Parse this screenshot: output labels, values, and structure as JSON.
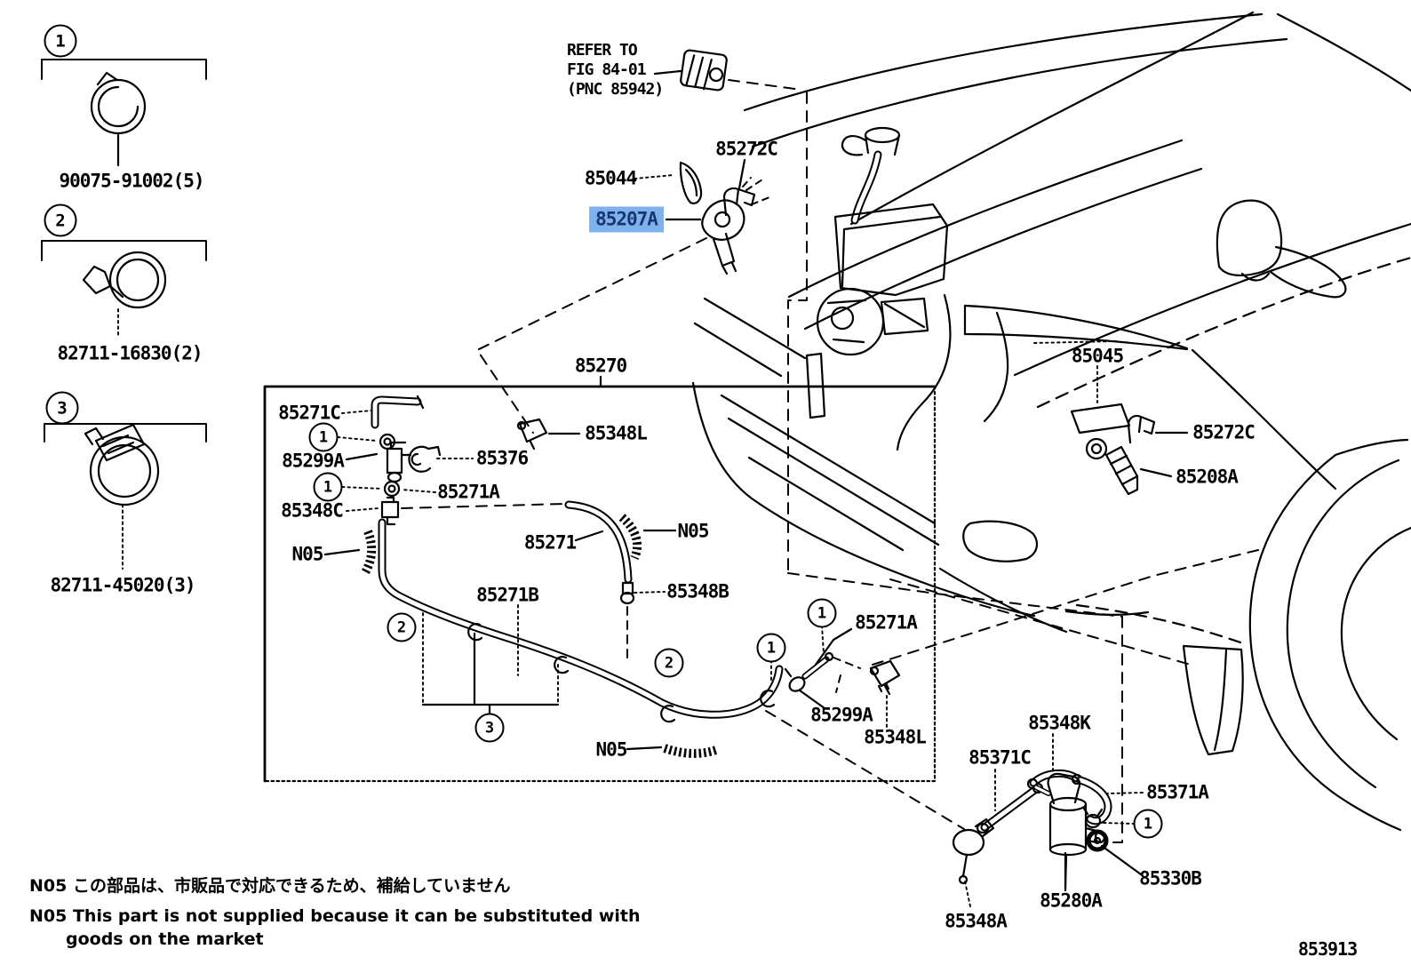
{
  "page": {
    "background": "#ffffff",
    "ink": "#000000",
    "doc_number": "853913"
  },
  "highlight": {
    "background": "#7fb1ec",
    "color": "#16376e",
    "part": "85207A"
  },
  "refer_note": {
    "line1": "REFER TO",
    "line2": "FIG 84-01",
    "line3": "(PNC 85942)"
  },
  "legend": {
    "items": [
      {
        "index": "1",
        "part_number": "90075-91002(5)"
      },
      {
        "index": "2",
        "part_number": "82711-16830(2)"
      },
      {
        "index": "3",
        "part_number": "82711-45020(3)"
      }
    ]
  },
  "part_labels": [
    {
      "text": "85272C"
    },
    {
      "text": "85044"
    },
    {
      "text": "85207A",
      "highlighted": true
    },
    {
      "text": "85270"
    },
    {
      "text": "85271C"
    },
    {
      "text": "85299A"
    },
    {
      "text": "85376"
    },
    {
      "text": "85271A"
    },
    {
      "text": "85348C"
    },
    {
      "text": "85348L"
    },
    {
      "text": "N05"
    },
    {
      "text": "85271"
    },
    {
      "text": "N05"
    },
    {
      "text": "85271B"
    },
    {
      "text": "85348B"
    },
    {
      "text": "N05"
    },
    {
      "text": "85271A"
    },
    {
      "text": "85299A"
    },
    {
      "text": "85348L"
    },
    {
      "text": "85045"
    },
    {
      "text": "85272C"
    },
    {
      "text": "85208A"
    },
    {
      "text": "85348K"
    },
    {
      "text": "85371C"
    },
    {
      "text": "85371A"
    },
    {
      "text": "85330B"
    },
    {
      "text": "85280A"
    },
    {
      "text": "85348A"
    }
  ],
  "circle_markers": [
    "1",
    "2",
    "3",
    "1",
    "1",
    "2",
    "3",
    "2",
    "1",
    "1",
    "1"
  ],
  "notes": {
    "jp": "N05 この部品は、市販品で対応できるため、補給していません",
    "en_line1": "N05 This part is not supplied because it can be substituted with",
    "en_line2": "goods on the market"
  }
}
